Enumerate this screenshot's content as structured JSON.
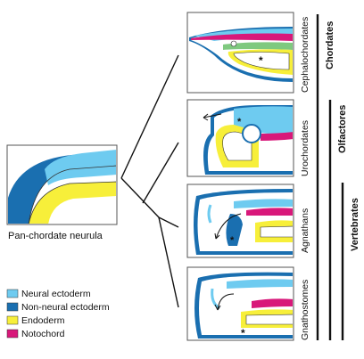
{
  "labels": {
    "pan_chordate": "Pan-chordate neurula",
    "cephalochordates": "Cephalochordates",
    "urochordates": "Urochordates",
    "agnathans": "Agnathans",
    "gnathostomes": "Gnathostomes",
    "chordates": "Chordates",
    "olfactores": "Olfactores",
    "vertebrates": "Vertebrates"
  },
  "asterisk": "*",
  "legend": {
    "items": [
      {
        "label": "Neural ectoderm",
        "color": "#6ecbf0"
      },
      {
        "label": "Non-neural ectoderm",
        "color": "#1a6fb0"
      },
      {
        "label": "Endoderm",
        "color": "#f7ef3a"
      },
      {
        "label": "Notochord",
        "color": "#d8187a"
      }
    ]
  },
  "colors": {
    "neural_ectoderm": "#6ecbf0",
    "non_neural_ectoderm": "#1a6fb0",
    "endoderm": "#f7ef3a",
    "notochord": "#d8187a",
    "mesoderm_green": "#7fc97f"
  }
}
